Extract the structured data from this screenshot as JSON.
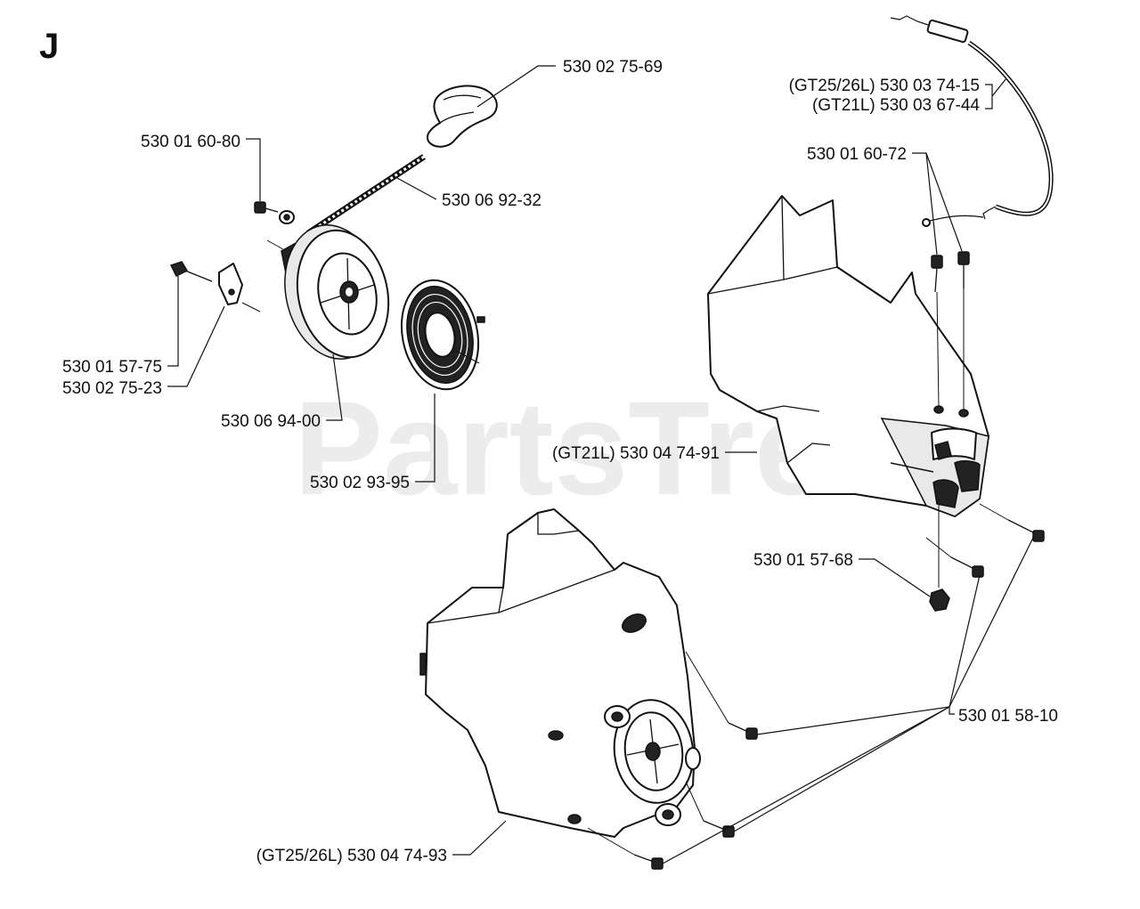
{
  "section_letter": "J",
  "watermark": "PartsTree",
  "watermark_tm": "™",
  "labels": {
    "handle": "530 02 75-69",
    "cable_gt25": "(GT25/26L) 530 03 74-15",
    "cable_gt21": "(GT21L) 530 03 67-44",
    "screw_60_80": "530 01 60-80",
    "rope": "530 06 92-32",
    "screw_60_72": "530 01 60-72",
    "screw_57_75": "530 01 57-75",
    "pawl": "530 02 75-23",
    "pulley": "530 06 94-00",
    "spring": "530 02 93-95",
    "cover_gt21": "(GT21L) 530 04 74-91",
    "nut_57_68": "530 01 57-68",
    "screw_58_10": "530 01 58-10",
    "cover_gt25": "(GT25/26L) 530 04 74-93"
  }
}
